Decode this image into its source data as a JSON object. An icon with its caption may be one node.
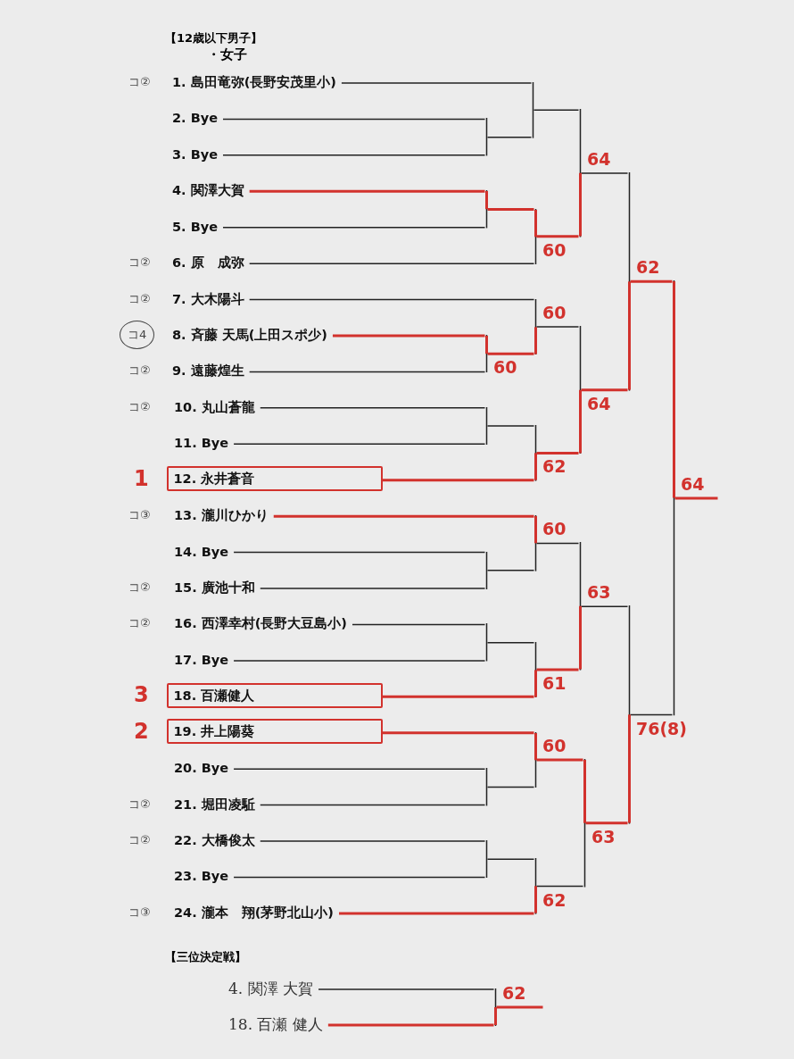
{
  "diagram": {
    "title": "【12歳以下男子】",
    "nodes": [
      {
        "text": [
          "1. 島田竜弥(長野安茂里小)"
        ],
        "beside": [
          "コ②"
        ]
      },
      {
        "text": [
          "2. Bye"
        ]
      },
      {
        "text": [
          "3. Bye"
        ]
      },
      {
        "text": [
          "4. 関澤大賀"
        ]
      },
      {
        "text": [
          "5. Bye"
        ]
      },
      {
        "text": [
          "6. 原　成弥"
        ],
        "beside": [
          "コ②"
        ]
      },
      {
        "text": [
          "7. 大木陽斗"
        ],
        "beside": [
          "コ②"
        ]
      },
      {
        "text": [
          "8. 斉藤 天馬(上田スポ少)"
        ],
        "beside": [
          "コ4"
        ]
      },
      {
        "text": [
          "9. 遠藤煌生"
        ],
        "beside": [
          "コ②"
        ]
      },
      {
        "text": [
          "10. 丸山蒼龍"
        ],
        "beside": [
          "コ②"
        ]
      },
      {
        "text": [
          "11. Bye"
        ]
      },
      {
        "text": [
          "12. 永井蒼音"
        ],
        "beside": [
          "1"
        ]
      },
      {
        "text": [
          "13. 瀧川ひかり"
        ],
        "beside": [
          "コ③"
        ]
      },
      {
        "text": [
          "14. Bye"
        ]
      },
      {
        "text": [
          "15. 廣池十和"
        ],
        "beside": [
          "コ②"
        ]
      },
      {
        "text": [
          "16. 西澤幸村(長野大豆島小)"
        ],
        "beside": [
          "コ②"
        ]
      },
      {
        "text": [
          "17. Bye"
        ]
      },
      {
        "text": [
          "18. 百瀬健人"
        ],
        "beside": [
          "3"
        ]
      },
      {
        "text": [
          "19. 井上陽葵"
        ],
        "beside": [
          "2"
        ]
      },
      {
        "text": [
          "20. Bye"
        ]
      },
      {
        "text": [
          "21. 堀田凌駈"
        ],
        "beside": [
          "コ②"
        ]
      },
      {
        "text": [
          "22. 大橋俊太"
        ],
        "beside": [
          "コ②"
        ]
      },
      {
        "text": [
          "23. Bye"
        ]
      },
      {
        "text": [
          "24. 瀧本　翔(茅野北山小)"
        ],
        "beside": [
          "コ③"
        ]
      },
      {
        "text": [],
        "shape": "bar"
      },
      {
        "text": [],
        "shape": "bar"
      },
      {
        "text": [],
        "shape": "bar"
      },
      {
        "text": [],
        "shape": "bar",
        "beside": [
          "60"
        ]
      },
      {
        "text": [],
        "shape": "bar",
        "beside": [
          "64"
        ]
      },
      {
        "text": [],
        "shape": "bar",
        "beside": [
          "60"
        ]
      },
      {
        "text": [],
        "shape": "bar",
        "beside": [
          "60"
        ]
      },
      {
        "text": [],
        "shape": "bar"
      },
      {
        "text": [],
        "shape": "bar",
        "beside": [
          "62"
        ]
      },
      {
        "text": [],
        "shape": "bar",
        "beside": [
          "64"
        ]
      },
      {
        "text": [],
        "shape": "bar",
        "beside": [
          "62"
        ]
      },
      {
        "text": [],
        "shape": "bar"
      },
      {
        "text": [],
        "shape": "bar",
        "beside": [
          "60"
        ]
      },
      {
        "text": [],
        "shape": "bar"
      },
      {
        "text": [],
        "shape": "bar",
        "beside": [
          "61"
        ]
      },
      {
        "text": [],
        "shape": "bar",
        "beside": [
          "63"
        ]
      },
      {
        "text": [],
        "shape": "bar"
      },
      {
        "text": [],
        "shape": "bar",
        "beside": [
          "60"
        ]
      },
      {
        "text": [],
        "shape": "bar"
      },
      {
        "text": [],
        "shape": "bar",
        "beside": [
          "62"
        ]
      },
      {
        "text": [],
        "shape": "bar",
        "beside": [
          "63"
        ]
      },
      {
        "text": [],
        "shape": "bar",
        "beside": [
          "76(8)"
        ]
      },
      {
        "text": [],
        "shape": "bar",
        "beside": [
          "64"
        ]
      },
      {
        "text": [
          "4. 関澤 大賀"
        ]
      },
      {
        "text": [
          "18. 百瀬 健人"
        ]
      },
      {
        "text": [],
        "shape": "bar",
        "beside": [
          "62"
        ]
      }
    ],
    "edges": [
      {
        "from": 1,
        "to": 24,
        "arrow": "none"
      },
      {
        "from": 2,
        "to": 24,
        "arrow": "none"
      },
      {
        "from": 0,
        "to": 25,
        "arrow": "none"
      },
      {
        "from": 24,
        "to": 25,
        "arrow": "none"
      },
      {
        "from": 3,
        "to": 26,
        "arrow": "none",
        "color": "#d2322d"
      },
      {
        "from": 4,
        "to": 26,
        "arrow": "none"
      },
      {
        "from": 26,
        "to": 27,
        "arrow": "none",
        "color": "#d2322d"
      },
      {
        "from": 5,
        "to": 27,
        "arrow": "none"
      },
      {
        "from": 25,
        "to": 28,
        "arrow": "none"
      },
      {
        "from": 27,
        "to": 28,
        "arrow": "none",
        "color": "#d2322d"
      },
      {
        "from": 7,
        "to": 29,
        "arrow": "none",
        "color": "#d2322d"
      },
      {
        "from": 8,
        "to": 29,
        "arrow": "none"
      },
      {
        "from": 6,
        "to": 30,
        "arrow": "none"
      },
      {
        "from": 29,
        "to": 30,
        "arrow": "none",
        "color": "#d2322d"
      },
      {
        "from": 9,
        "to": 31,
        "arrow": "none"
      },
      {
        "from": 10,
        "to": 31,
        "arrow": "none"
      },
      {
        "from": 31,
        "to": 32,
        "arrow": "none"
      },
      {
        "from": 11,
        "to": 32,
        "arrow": "none",
        "color": "#d2322d"
      },
      {
        "from": 30,
        "to": 33,
        "arrow": "none"
      },
      {
        "from": 32,
        "to": 33,
        "arrow": "none",
        "color": "#d2322d"
      },
      {
        "from": 28,
        "to": 34,
        "arrow": "none"
      },
      {
        "from": 33,
        "to": 34,
        "arrow": "none",
        "color": "#d2322d"
      },
      {
        "from": 13,
        "to": 35,
        "arrow": "none"
      },
      {
        "from": 14,
        "to": 35,
        "arrow": "none"
      },
      {
        "from": 12,
        "to": 36,
        "arrow": "none",
        "color": "#d2322d"
      },
      {
        "from": 35,
        "to": 36,
        "arrow": "none"
      },
      {
        "from": 15,
        "to": 37,
        "arrow": "none"
      },
      {
        "from": 16,
        "to": 37,
        "arrow": "none"
      },
      {
        "from": 37,
        "to": 38,
        "arrow": "none"
      },
      {
        "from": 17,
        "to": 38,
        "arrow": "none",
        "color": "#d2322d"
      },
      {
        "from": 36,
        "to": 39,
        "arrow": "none"
      },
      {
        "from": 38,
        "to": 39,
        "arrow": "none",
        "color": "#d2322d"
      },
      {
        "from": 19,
        "to": 40,
        "arrow": "none"
      },
      {
        "from": 20,
        "to": 40,
        "arrow": "none"
      },
      {
        "from": 18,
        "to": 41,
        "arrow": "none",
        "color": "#d2322d"
      },
      {
        "from": 40,
        "to": 41,
        "arrow": "none"
      },
      {
        "from": 21,
        "to": 42,
        "arrow": "none"
      },
      {
        "from": 22,
        "to": 42,
        "arrow": "none"
      },
      {
        "from": 42,
        "to": 43,
        "arrow": "none"
      },
      {
        "from": 23,
        "to": 43,
        "arrow": "none",
        "color": "#d2322d"
      },
      {
        "from": 41,
        "to": 44,
        "arrow": "none",
        "color": "#d2322d"
      },
      {
        "from": 43,
        "to": 44,
        "arrow": "none"
      },
      {
        "from": 39,
        "to": 45,
        "arrow": "none"
      },
      {
        "from": 44,
        "to": 45,
        "arrow": "none",
        "color": "#d2322d"
      },
      {
        "from": 34,
        "to": 46,
        "arrow": "none",
        "color": "#d2322d"
      },
      {
        "from": 45,
        "to": 46,
        "arrow": "none"
      },
      {
        "from": 46,
        "to": null,
        "arrow": "none",
        "color": "#d2322d"
      },
      {
        "from": 47,
        "to": 49,
        "arrow": "none"
      },
      {
        "from": 48,
        "to": 49,
        "arrow": "none",
        "color": "#d2322d"
      },
      {
        "from": 49,
        "to": null,
        "arrow": "none",
        "color": "#d2322d"
      }
    ],
    "labels": [
      "・女子",
      "【三位決定戦】"
    ]
  }
}
